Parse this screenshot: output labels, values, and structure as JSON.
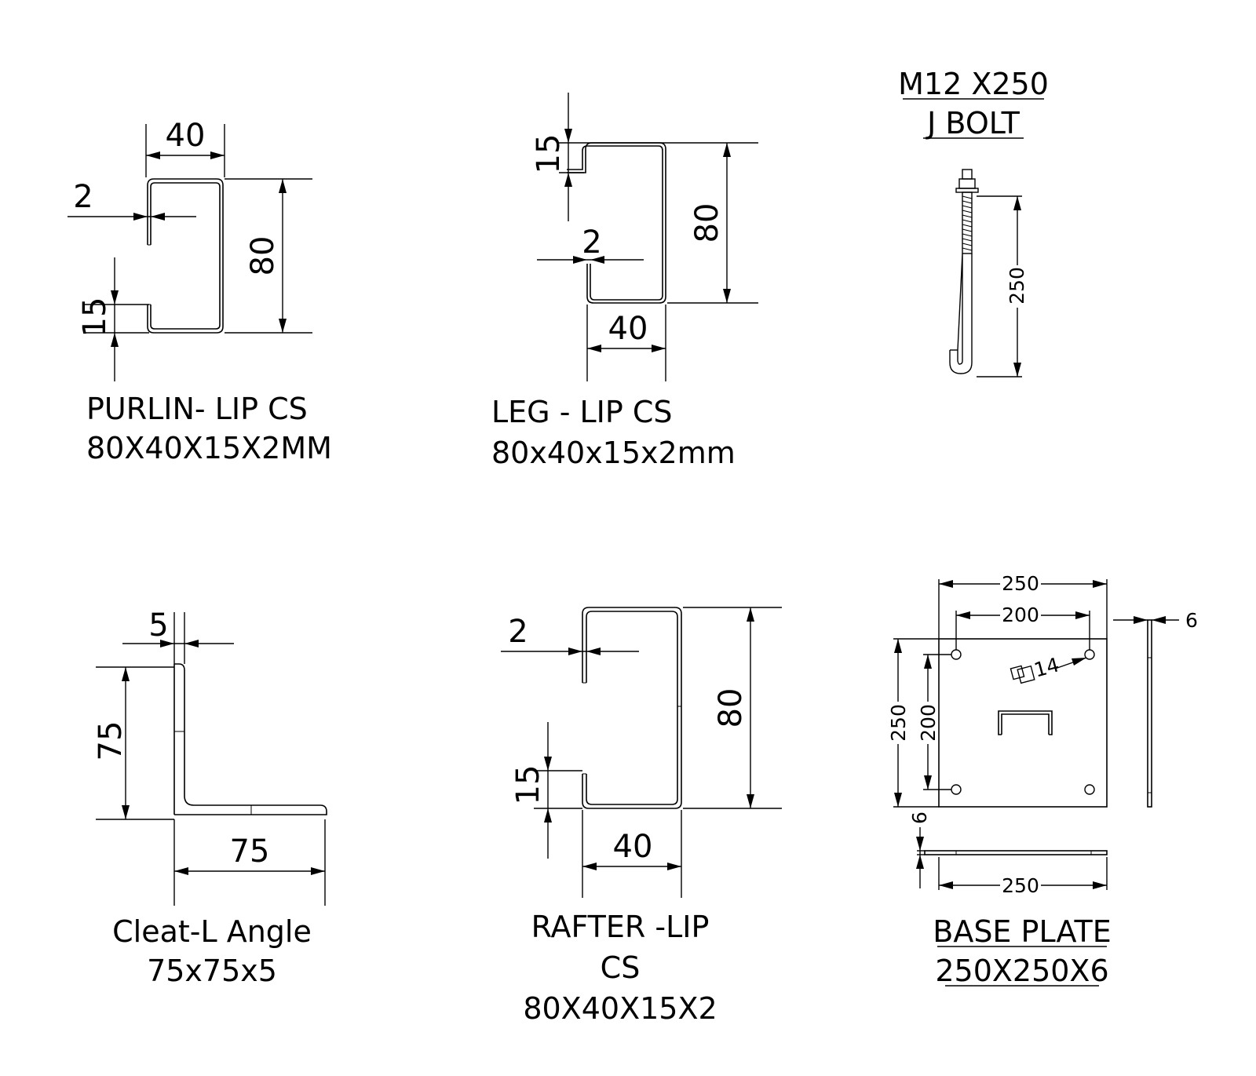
{
  "purlin": {
    "dims": {
      "width": "40",
      "thickness": "2",
      "height": "80",
      "lip": "15"
    },
    "caption_line1": "PURLIN- LIP CS",
    "caption_line2": "80X40X15X2MM"
  },
  "leg": {
    "dims": {
      "lip": "15",
      "height": "80",
      "thickness": "2",
      "width": "40"
    },
    "caption_line1": "LEG - LIP CS",
    "caption_line2": "80x40x15x2mm"
  },
  "jbolt": {
    "title_line1": "M12 X250",
    "title_line2": "J BOLT",
    "dims": {
      "length": "250"
    }
  },
  "cleat": {
    "dims": {
      "thickness": "5",
      "leg_vertical": "75",
      "leg_horizontal": "75"
    },
    "caption_line1": "Cleat-L Angle",
    "caption_line2": "75x75x5"
  },
  "rafter": {
    "dims": {
      "thickness": "2",
      "height": "80",
      "lip": "15",
      "width": "40"
    },
    "caption_line1": "RAFTER -LIP",
    "caption_line2": "CS",
    "caption_line3": "80X40X15X2"
  },
  "baseplate": {
    "dims": {
      "overall_width": "250",
      "hole_spacing_x": "200",
      "hole_size": "□14",
      "thickness_side": "6",
      "overall_height": "250",
      "hole_spacing_y": "200",
      "thickness_bottom": "6",
      "bottom_width": "250"
    },
    "caption_line1": "BASE PLATE",
    "caption_line2": "250X250X6"
  }
}
